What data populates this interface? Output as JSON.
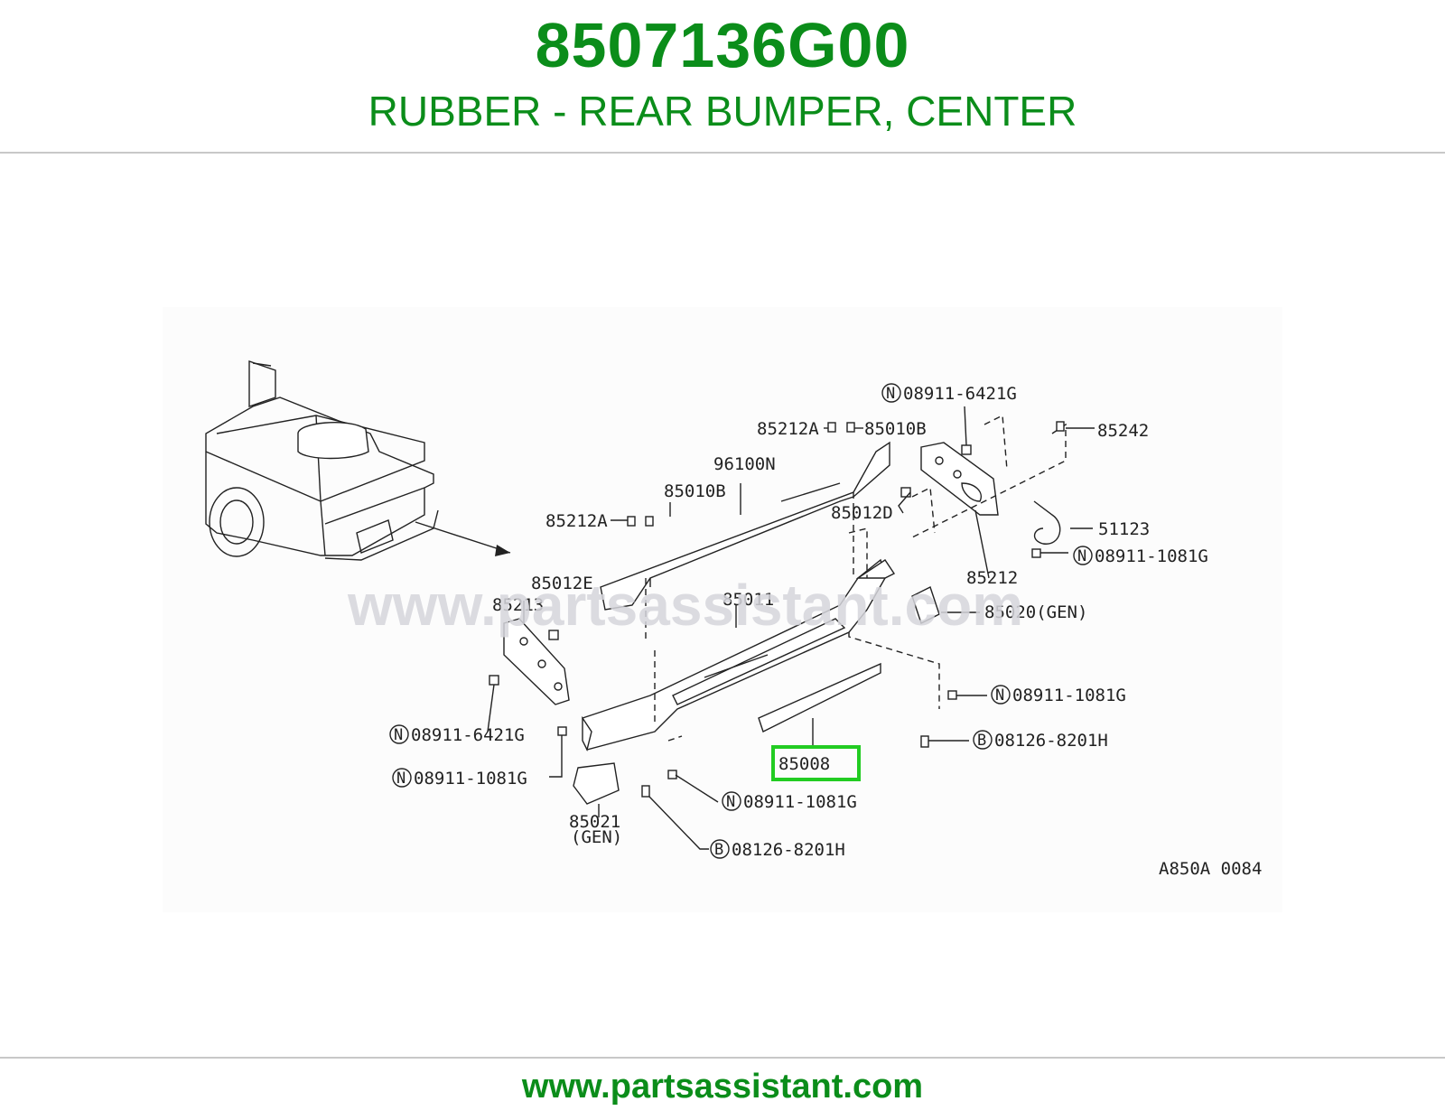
{
  "header": {
    "part_number": "8507136G00",
    "part_name": "RUBBER - REAR BUMPER, CENTER"
  },
  "watermark": "www.partsassistant.com",
  "footer": {
    "url": "www.partsassistant.com"
  },
  "highlight_color": "#22cc22",
  "diagram": {
    "code": "A850A 0084",
    "callouts": {
      "n_08911_6421G_top": "08911-6421G",
      "c85212A_top": "85212A",
      "c85010B_top": "85010B",
      "c85242": "85242",
      "c96100N": "96100N",
      "c85010B_mid": "85010B",
      "c85012D": "85012D",
      "c85212A_mid": "85212A",
      "c51123": "51123",
      "n_08911_1081G_right": "08911-1081G",
      "c85012E": "85012E",
      "c85212": "85212",
      "c85213": "85213",
      "c85011": "85011",
      "c85020": "85020(GEN)",
      "n_08911_1081G_mid_right": "08911-1081G",
      "n_08911_6421G_left": "08911-6421G",
      "b_08126_8201H_right": "08126-8201H",
      "c85008": "85008",
      "n_08911_1081G_left": "08911-1081G",
      "n_08911_1081G_bottom": "08911-1081G",
      "c85021": "85021",
      "c85021_gen": "(GEN)",
      "b_08126_8201H_bottom": "08126-8201H"
    },
    "prefix_n": "N",
    "prefix_b": "B"
  }
}
